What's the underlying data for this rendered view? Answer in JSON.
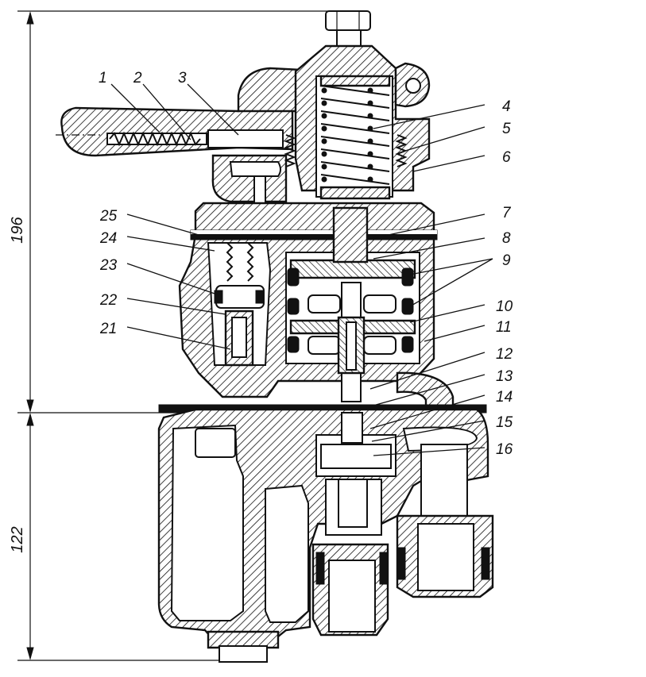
{
  "dimensions": {
    "upper": "196",
    "lower": "122"
  },
  "callouts": [
    {
      "id": 1,
      "label": "1"
    },
    {
      "id": 2,
      "label": "2"
    },
    {
      "id": 3,
      "label": "3"
    },
    {
      "id": 4,
      "label": "4"
    },
    {
      "id": 5,
      "label": "5"
    },
    {
      "id": 6,
      "label": "6"
    },
    {
      "id": 7,
      "label": "7"
    },
    {
      "id": 8,
      "label": "8"
    },
    {
      "id": 9,
      "label": "9"
    },
    {
      "id": 10,
      "label": "10"
    },
    {
      "id": 11,
      "label": "11"
    },
    {
      "id": 12,
      "label": "12"
    },
    {
      "id": 13,
      "label": "13"
    },
    {
      "id": 14,
      "label": "14"
    },
    {
      "id": 15,
      "label": "15"
    },
    {
      "id": 16,
      "label": "16"
    },
    {
      "id": 21,
      "label": "21"
    },
    {
      "id": 22,
      "label": "22"
    },
    {
      "id": 23,
      "label": "23"
    },
    {
      "id": 24,
      "label": "24"
    },
    {
      "id": 25,
      "label": "25"
    }
  ],
  "colors": {
    "ink": "#111111",
    "paper": "#ffffff"
  }
}
